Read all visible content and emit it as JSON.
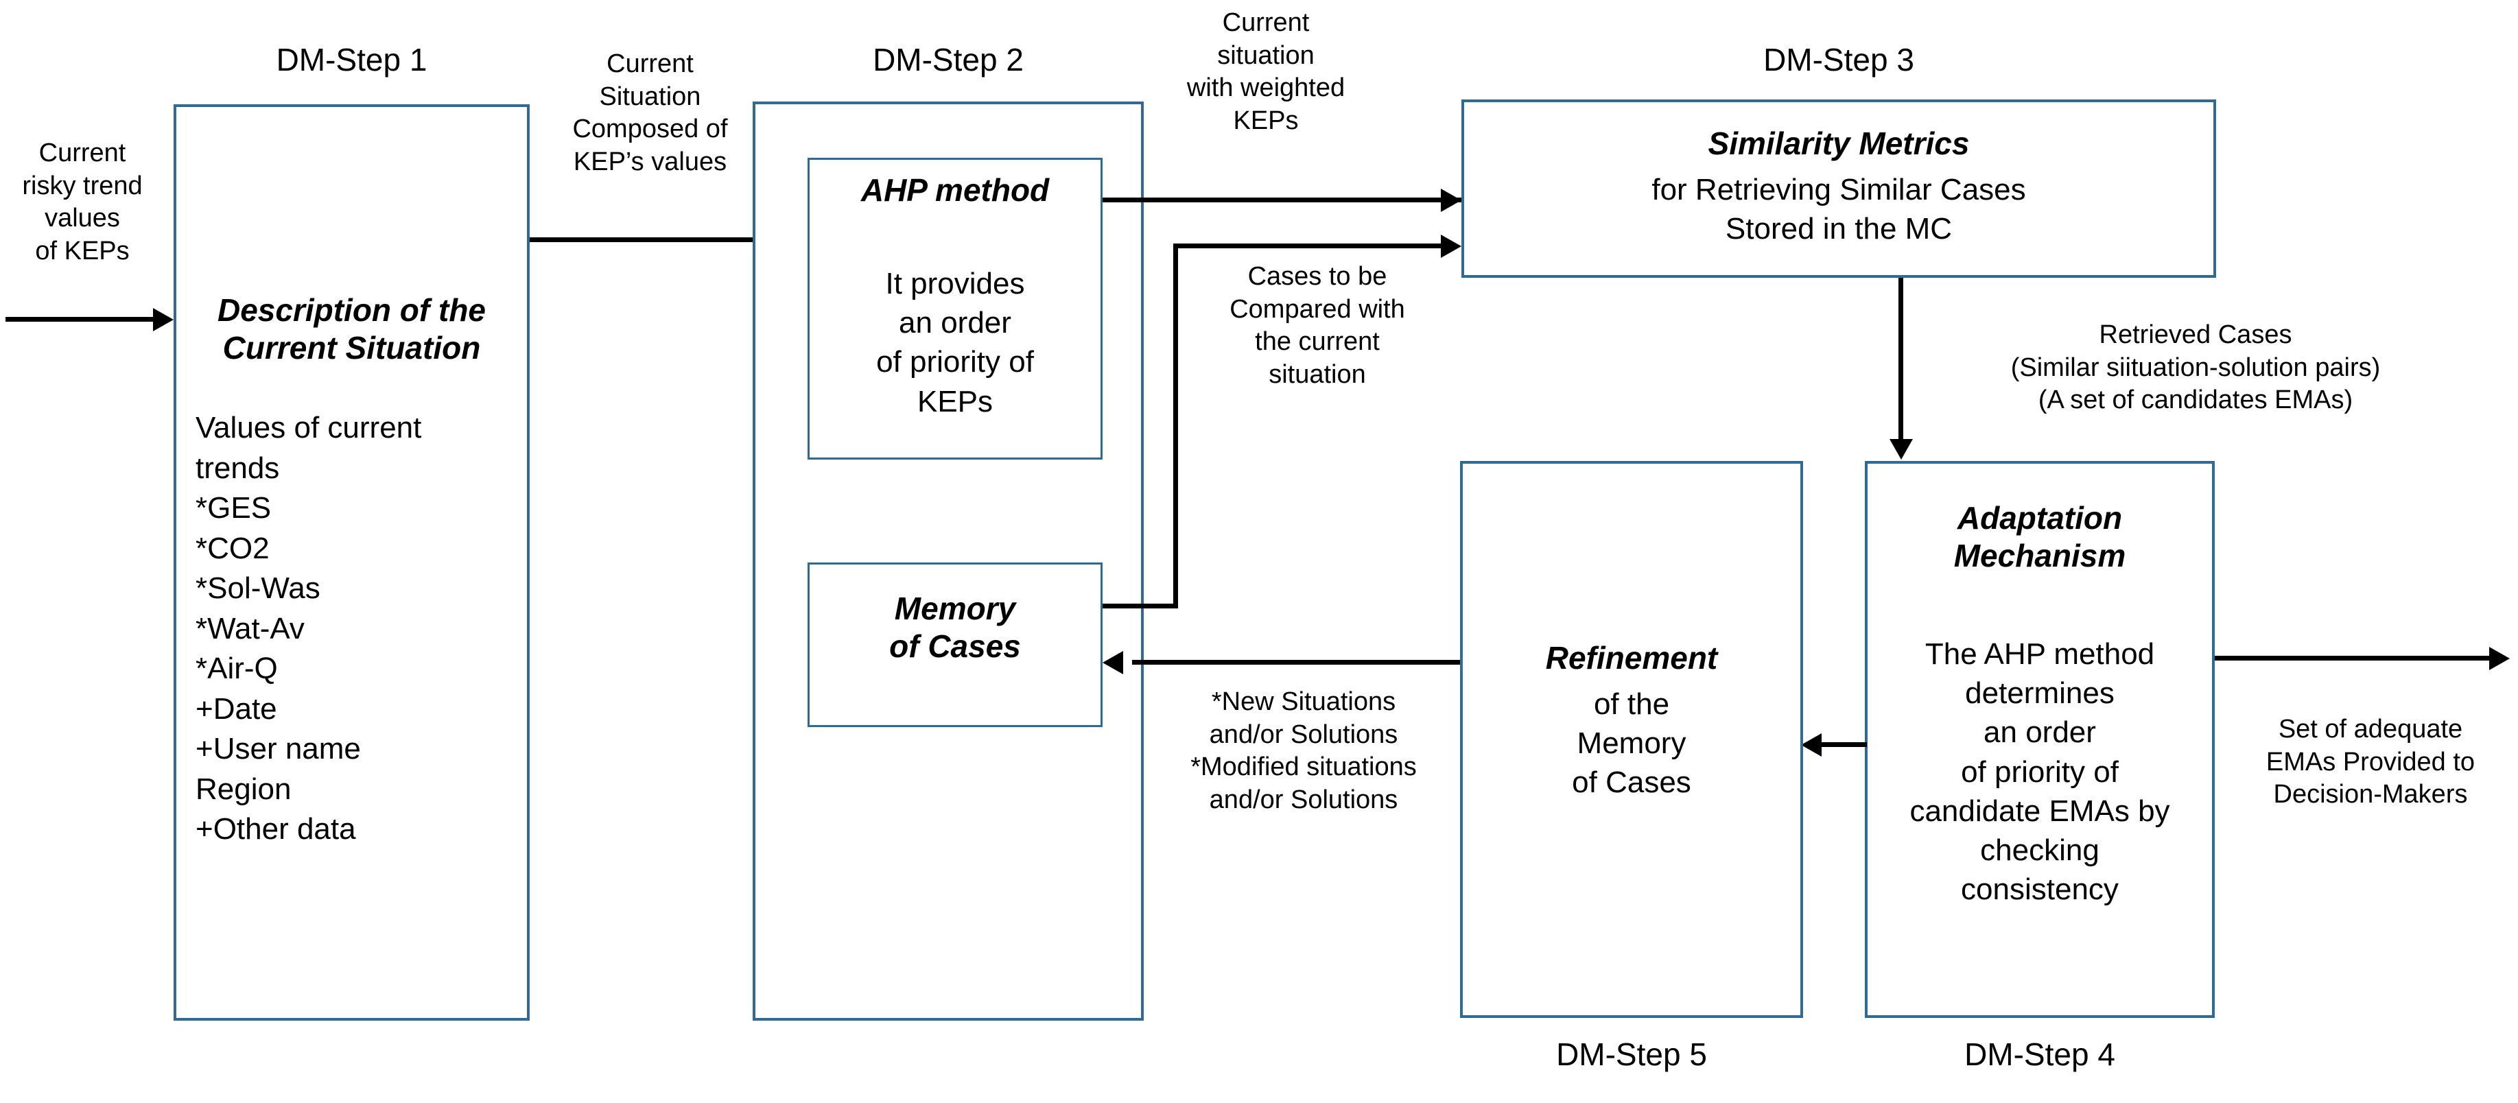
{
  "diagram": {
    "title": "Decision-Making Steps (DM-Step) process flow",
    "accent_color": "#2d6a96",
    "line_color": "#000000",
    "background": "#ffffff"
  },
  "step_labels": {
    "step1": "DM-Step 1",
    "step2": "DM-Step 2",
    "step3": "DM-Step 3",
    "step4": "DM-Step 4",
    "step5": "DM-Step 5"
  },
  "boxes": {
    "description": {
      "title": "Description of the\nCurrent Situation",
      "list": "Values of current\ntrends\n*GES\n*CO2\n*Sol-Was\n*Wat-Av\n*Air-Q\n+Date\n+User name\nRegion\n+Other data"
    },
    "ahp": {
      "title": "AHP method",
      "body": "It provides\nan order\nof priority of\nKEPs"
    },
    "memory": {
      "title": "Memory\nof Cases"
    },
    "similarity": {
      "title": "Similarity Metrics",
      "body": "for Retrieving Similar Cases\nStored in the MC"
    },
    "adaptation": {
      "title": "Adaptation\nMechanism",
      "body": "The AHP method\ndetermines\nan order\nof priority of\ncandidate EMAs by\nchecking\nconsistency"
    },
    "refinement": {
      "title": "Refinement",
      "body": "of the\nMemory\nof Cases"
    }
  },
  "annotations": {
    "input_left": "Current\nrisky trend\nvalues\nof KEPs",
    "step1_to_step2": "Current\nSituation\nComposed of\nKEP’s values",
    "step2_to_step3": "Current\nsituation\nwith weighted\nKEPs",
    "memory_to_step3": "Cases to be\nCompared with\nthe current\nsituation",
    "step3_to_step4": "Retrieved Cases\n(Similar siituation-solution pairs)\n(A set of candidates EMAs)",
    "step5_to_memory": "*New Situations\nand/or Solutions\n*Modified situations\nand/or Solutions",
    "output_right": "Set of adequate\nEMAs Provided to\nDecision-Makers"
  }
}
